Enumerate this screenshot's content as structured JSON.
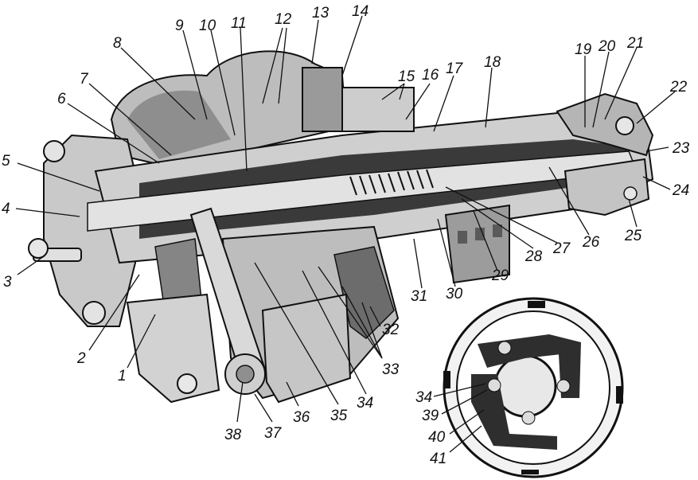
{
  "colors": {
    "ink": "#111111",
    "dark": "#2b2b2b",
    "mid": "#6e6e6e",
    "light": "#a9a9a9",
    "pale": "#d6d6d6",
    "paper": "#ffffff"
  },
  "labels": [
    "1",
    "2",
    "3",
    "4",
    "5",
    "6",
    "7",
    "8",
    "9",
    "10",
    "11",
    "12",
    "13",
    "14",
    "15",
    "16",
    "17",
    "18",
    "19",
    "20",
    "21",
    "22",
    "23",
    "24",
    "25",
    "26",
    "27",
    "28",
    "29",
    "30",
    "31",
    "32",
    "33",
    "34",
    "35",
    "36",
    "37",
    "38",
    "39",
    "40",
    "41"
  ],
  "inset_labels": [
    "34",
    "39",
    "40",
    "41"
  ]
}
